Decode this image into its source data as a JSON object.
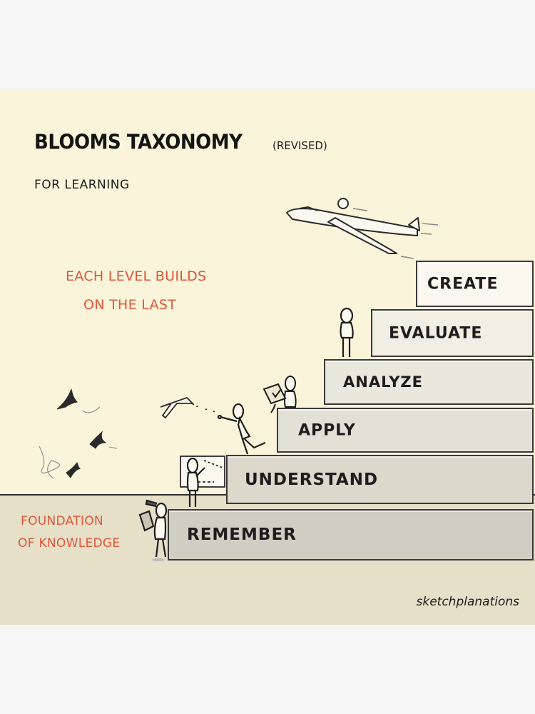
{
  "header": {
    "title": "BLOOMS TAXONOMY",
    "title_qualifier": "(REVISED)",
    "subtitle": "FOR LEARNING"
  },
  "annotations": {
    "levels_note": [
      "EACH LEVEL BUILDS",
      "ON THE LAST"
    ],
    "foundation_note": [
      "FOUNDATION",
      "OF KNOWLEDGE"
    ]
  },
  "steps": [
    {
      "label": "CREATE",
      "fill": "#fbf9ef"
    },
    {
      "label": "EVALUATE",
      "fill": "#f1efe3"
    },
    {
      "label": "ANALYZE",
      "fill": "#e9e8dc"
    },
    {
      "label": "APPLY",
      "fill": "#e2e1d6"
    },
    {
      "label": "UNDERSTAND",
      "fill": "#dbd8cc"
    },
    {
      "label": "REMEMBER",
      "fill": "#cfcec3"
    }
  ],
  "illustrations": [
    "glider-with-pilot",
    "person-standing",
    "person-with-checklist",
    "person-throwing-paper-plane",
    "paper-plane",
    "person-at-whiteboard",
    "person-reading-book",
    "birds-flying"
  ],
  "signature": "sketchplanations",
  "colors": {
    "background": "#faf4da",
    "ground": "#e6e0c9",
    "accent_red": "#e0573a",
    "ink": "#1d1d1d",
    "page": "#f6f6f7"
  }
}
